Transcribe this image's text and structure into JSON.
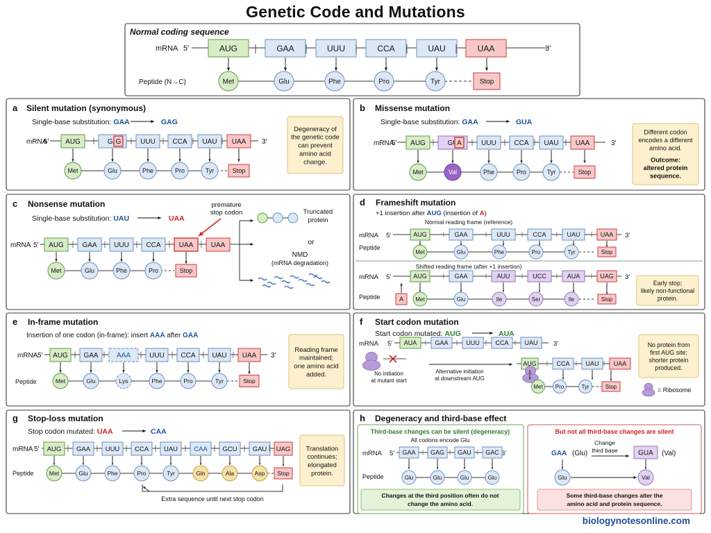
{
  "title": "Genetic Code and Mutations",
  "footer": "biologynotesonline.com",
  "colors": {
    "green_fill": "#d8ecc8",
    "green_stroke": "#5d9c44",
    "blue_fill": "#dde8f6",
    "blue_stroke": "#6b8fbd",
    "red_fill": "#f8c8c8",
    "red_stroke": "#cc3d3d",
    "purple_fill": "#e2d2f0",
    "purple_stroke": "#9270b8",
    "val_fill": "#9a63c4",
    "yellow_fill": "#f5e0a6",
    "yellow_stroke": "#c5a046",
    "note_fill": "#fcf0cf",
    "note_stroke": "#e0c37a",
    "blue_text": "#1f4e9c",
    "red_text": "#cc2222",
    "green_text": "#2e7d2e"
  },
  "normal": {
    "heading": "Normal coding sequence",
    "mrna_label": "mRNA",
    "five": "5′",
    "three": "3′",
    "codons": [
      "AUG",
      "GAA",
      "UUU",
      "CCA",
      "UAU",
      "UAA"
    ],
    "peptide_label": "Peptide (N→C)",
    "amino_acids": [
      "Met",
      "Glu",
      "Phe",
      "Pro",
      "Tyr"
    ],
    "stop": "Stop"
  },
  "panel_a": {
    "letter": "a",
    "title": "Silent mutation (synonymous)",
    "sub_prefix": "Single-base substitution:",
    "from": "GAA",
    "to": "GAG",
    "mrna_label": "mRNA",
    "five": "5′",
    "three": "3′",
    "codons": [
      "AUG",
      "GA",
      "UUU",
      "CCA",
      "UAU",
      "UAA"
    ],
    "mut_base": "G",
    "amino_acids": [
      "Met",
      "Glu",
      "Phe",
      "Pro",
      "Tyr"
    ],
    "stop": "Stop",
    "note": [
      "Degeneracy of",
      "the genetic code",
      "can prevent",
      "amino acid",
      "change."
    ]
  },
  "panel_b": {
    "letter": "b",
    "title": "Missense mutation",
    "sub_prefix": "Single-base substitution:",
    "from": "GAA",
    "to": "GUA",
    "mrna_label": "mRNA",
    "five": "5′",
    "three": "3′",
    "codons": [
      "AUG",
      "GU",
      "UUU",
      "CCA",
      "UAU",
      "UAA"
    ],
    "mut_base": "A",
    "amino_acids": [
      "Met",
      "Val",
      "Phe",
      "Pro",
      "Tyr"
    ],
    "stop": "Stop",
    "note": [
      "Different codon",
      "encodes a different",
      "amino acid."
    ],
    "note_bold": [
      "Outcome:",
      "altered protein",
      "sequence."
    ]
  },
  "panel_c": {
    "letter": "c",
    "title": "Nonsense mutation",
    "sub_prefix": "Single-base substitution:",
    "from": "UAU",
    "to": "UAA",
    "premature": [
      "premature",
      "stop codon"
    ],
    "mrna_label": "mRNA",
    "five": "5′",
    "codons": [
      "AUG",
      "GAA",
      "UUU",
      "CCA",
      "UAA",
      "UAA"
    ],
    "amino_acids": [
      "Met",
      "Glu",
      "Phe",
      "Pro"
    ],
    "stop": "Stop",
    "truncated": [
      "Truncated",
      "protein"
    ],
    "or": "or",
    "nmd": "NMD",
    "nmd_sub": "(mRNA degradation)"
  },
  "panel_d": {
    "letter": "d",
    "title": "Frameshift mutation",
    "sub_prefix": "+1 insertion after",
    "sub_aug": "AUG",
    "sub_mid": "(insertion of",
    "sub_a": "A",
    "sub_end": ")",
    "normal_label": "Normal reading frame (reference)",
    "shifted_label": "Shifted reading frame (after +1 insertion)",
    "mrna_label": "mRNA",
    "five": "5′",
    "three": "3′",
    "peptide_label": "Peptide",
    "codons": [
      "AUG",
      "GAA",
      "UUU",
      "CCA",
      "UAU",
      "UAA"
    ],
    "amino_acids": [
      "Met",
      "Glu",
      "Phe",
      "Pro",
      "Tyr"
    ],
    "stop": "Stop",
    "shift_codons": [
      "AUG",
      "GAA",
      "AUU",
      "UCC",
      "AUA",
      "UAG"
    ],
    "shift_aa": [
      "Met",
      "Glu",
      "Ile",
      "Ser",
      "Ile"
    ],
    "insert_a": "A",
    "note": [
      "Early stop;",
      "likely non-functional",
      "protein."
    ]
  },
  "panel_e": {
    "letter": "e",
    "title": "In-frame mutation",
    "sub_prefix": "Insertion of one codon (in-frame): insert",
    "sub_aaa": "AAA",
    "sub_mid": "after",
    "sub_gaa": "GAA",
    "mrna_label": "mRNA",
    "five": "5′",
    "three": "3′",
    "peptide_label": "Peptide",
    "codons": [
      "AUG",
      "GAA",
      "AAA",
      "UUU",
      "CCA",
      "UAU",
      "UAA"
    ],
    "amino_acids": [
      "Met",
      "Glu",
      "Lys",
      "Phe",
      "Pro",
      "Tyr"
    ],
    "stop": "Stop",
    "note": [
      "Reading frame",
      "maintained;",
      "one amino acid",
      "added."
    ]
  },
  "panel_f": {
    "letter": "f",
    "title": "Start codon mutation",
    "sub_prefix": "Start codon mutated:",
    "from": "AUG",
    "to": "AUA",
    "mrna_label": "mRNA",
    "five": "5′",
    "three": "3′",
    "codons": [
      "AUA",
      "GAA",
      "UUU",
      "CCA",
      "UAU"
    ],
    "no_init": [
      "No initiation",
      "at mutant start"
    ],
    "alt_init": [
      "Alternative initiation",
      "at downstream AUG"
    ],
    "alt_codons": [
      "AUG",
      "CCA",
      "UAU",
      "UAA"
    ],
    "alt_aa": [
      "Met",
      "Pro",
      "Tyr"
    ],
    "stop": "Stop",
    "note": [
      "No protein from",
      "first AUG site;",
      "shorter protein",
      "produced."
    ],
    "legend": "= Ribosome"
  },
  "panel_g": {
    "letter": "g",
    "title": "Stop-loss mutation",
    "sub_prefix": "Stop codon mutated:",
    "from": "UAA",
    "to": "CAA",
    "mrna_label": "mRNA",
    "five": "5′",
    "peptide_label": "Peptide",
    "codons": [
      "AUG",
      "GAA",
      "UUU",
      "CCA",
      "UAU",
      "CAA",
      "GCU",
      "GAU",
      "UAG"
    ],
    "amino_acids": [
      "Met",
      "Glu",
      "Phe",
      "Pro",
      "Tyr",
      "Gln",
      "Ala",
      "Asp"
    ],
    "stop": "Stop",
    "extra": "Extra sequence until next stop codon",
    "note": [
      "Translation",
      "continues;",
      "elongated",
      "protein."
    ]
  },
  "panel_h": {
    "letter": "h",
    "title": "Degeneracy and third-base effect",
    "left_title": "Third-base changes can be silent (degeneracy)",
    "left_sub": "All codons encode Glu",
    "mrna_label": "mRNA",
    "five": "5′",
    "three": "3′",
    "peptide_label": "Peptide",
    "codons": [
      "GAA",
      "GAG",
      "GAU",
      "GAC"
    ],
    "amino_acids": [
      "Glu",
      "Glu",
      "Glu",
      "Glu"
    ],
    "left_note": [
      "Changes at the third position often do not",
      "change the amino acid."
    ],
    "right_title": "But not all third-base changes are silent",
    "from_codon": "GAA",
    "from_aa": "(Glu)",
    "change_label": [
      "Change",
      "third base"
    ],
    "to_codon": "GUA",
    "to_aa": "(Val)",
    "glu": "Glu",
    "val": "Val",
    "right_note": [
      "Some third-base changes alter the",
      "amino acid and protein sequence."
    ]
  }
}
